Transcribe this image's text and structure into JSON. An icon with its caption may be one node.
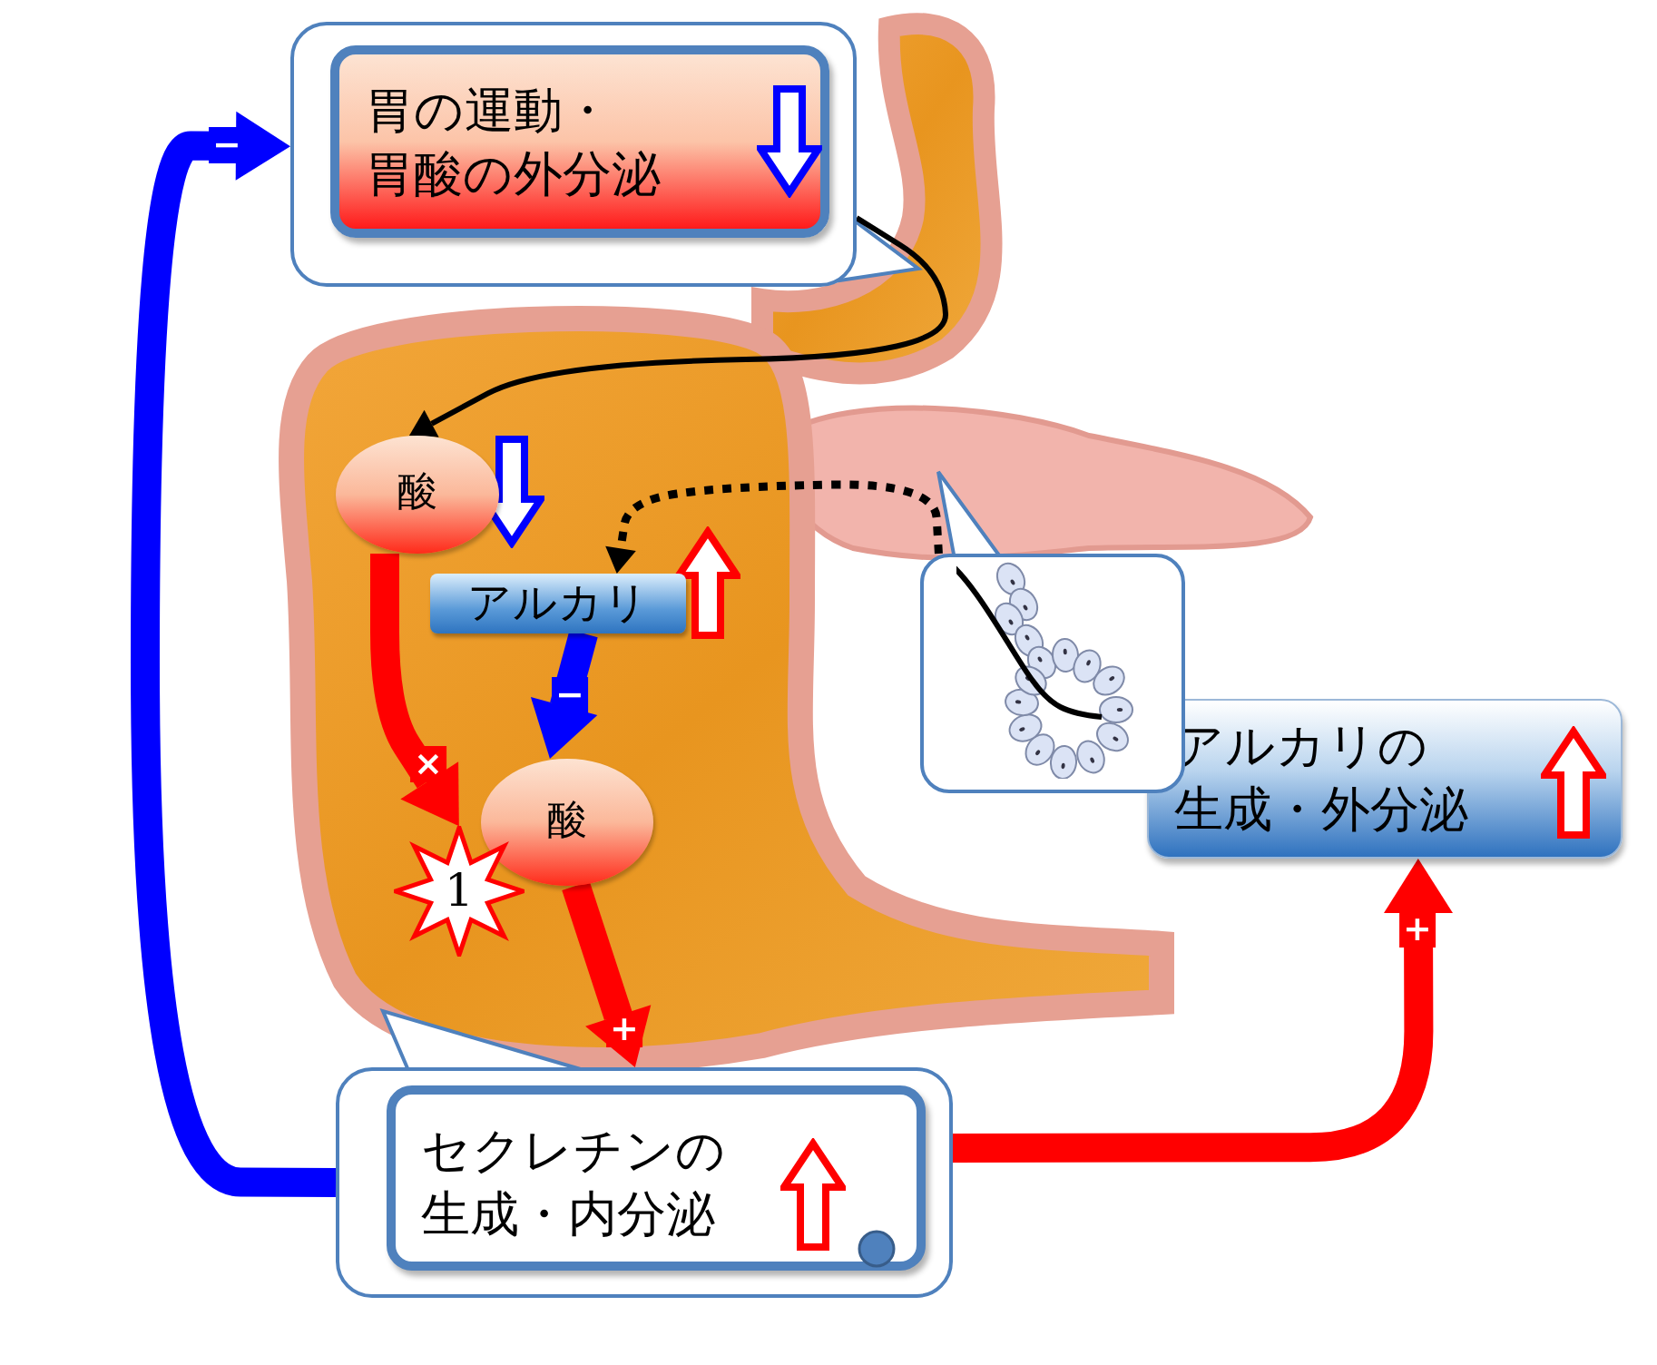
{
  "diagram": {
    "nodes": [
      {
        "text": [
          "胃の運動・胃酸の外分泌"
        ]
      },
      {
        "text": [
          "酸"
        ]
      },
      {
        "text": [
          "アルカリ"
        ]
      },
      {
        "text": [
          "酸"
        ]
      },
      {
        "text": [
          "1"
        ]
      },
      {
        "text": [
          "セクレチンの生成・内分泌"
        ]
      },
      {
        "text": [
          "アルカリの生成・外分泌"
        ]
      },
      {
        "text": [],
        "shape": "picture"
      }
    ],
    "edges": [
      {
        "from": 0,
        "to": 1,
        "arrow": "to",
        "color": "#000000"
      },
      {
        "from": 7,
        "to": 2,
        "arrow": "to",
        "style": "dashed",
        "color": "#000000"
      },
      {
        "from": 1,
        "to": 4,
        "arrow": "to",
        "label": "×",
        "color": "#ff0000"
      },
      {
        "from": 2,
        "to": 3,
        "arrow": "to",
        "label": "−",
        "color": "#0000ff"
      },
      {
        "from": 3,
        "to": 5,
        "arrow": "to",
        "label": "+",
        "color": "#ff0000"
      },
      {
        "from": 5,
        "to": 6,
        "arrow": "to",
        "label": "+",
        "color": "#ff0000"
      },
      {
        "from": 5,
        "to": 0,
        "arrow": "to",
        "label": "−",
        "color": "#0000ff"
      }
    ]
  }
}
